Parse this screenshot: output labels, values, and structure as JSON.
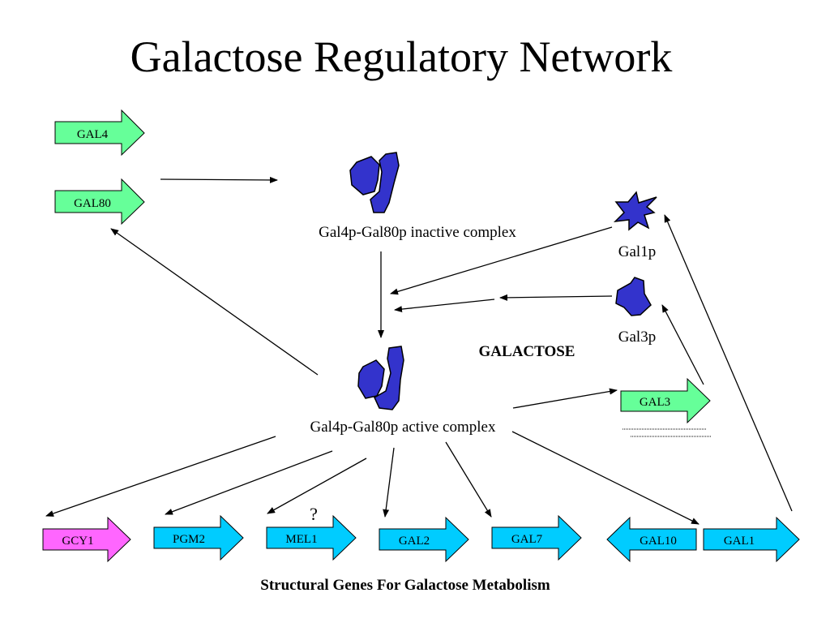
{
  "title": "Galactose Regulatory Network",
  "colors": {
    "green": "#66ff99",
    "cyan": "#00ccff",
    "magenta": "#ff66ff",
    "protein": "#3333cc"
  },
  "regulators": {
    "gal4": "GAL4",
    "gal80": "GAL80"
  },
  "complexes": {
    "inactive": "Gal4p-Gal80p inactive complex",
    "active": "Gal4p-Gal80p active complex"
  },
  "proteins": {
    "gal1p": "Gal1p",
    "gal3p": "Gal3p"
  },
  "inducer": "GALACTOSE",
  "gal3_gene": "GAL3",
  "question_mark": "?",
  "structural_genes": [
    "GCY1",
    "PGM2",
    "MEL1",
    "GAL2",
    "GAL7",
    "GAL10",
    "GAL1"
  ],
  "footer": "Structural Genes For Galactose Metabolism"
}
